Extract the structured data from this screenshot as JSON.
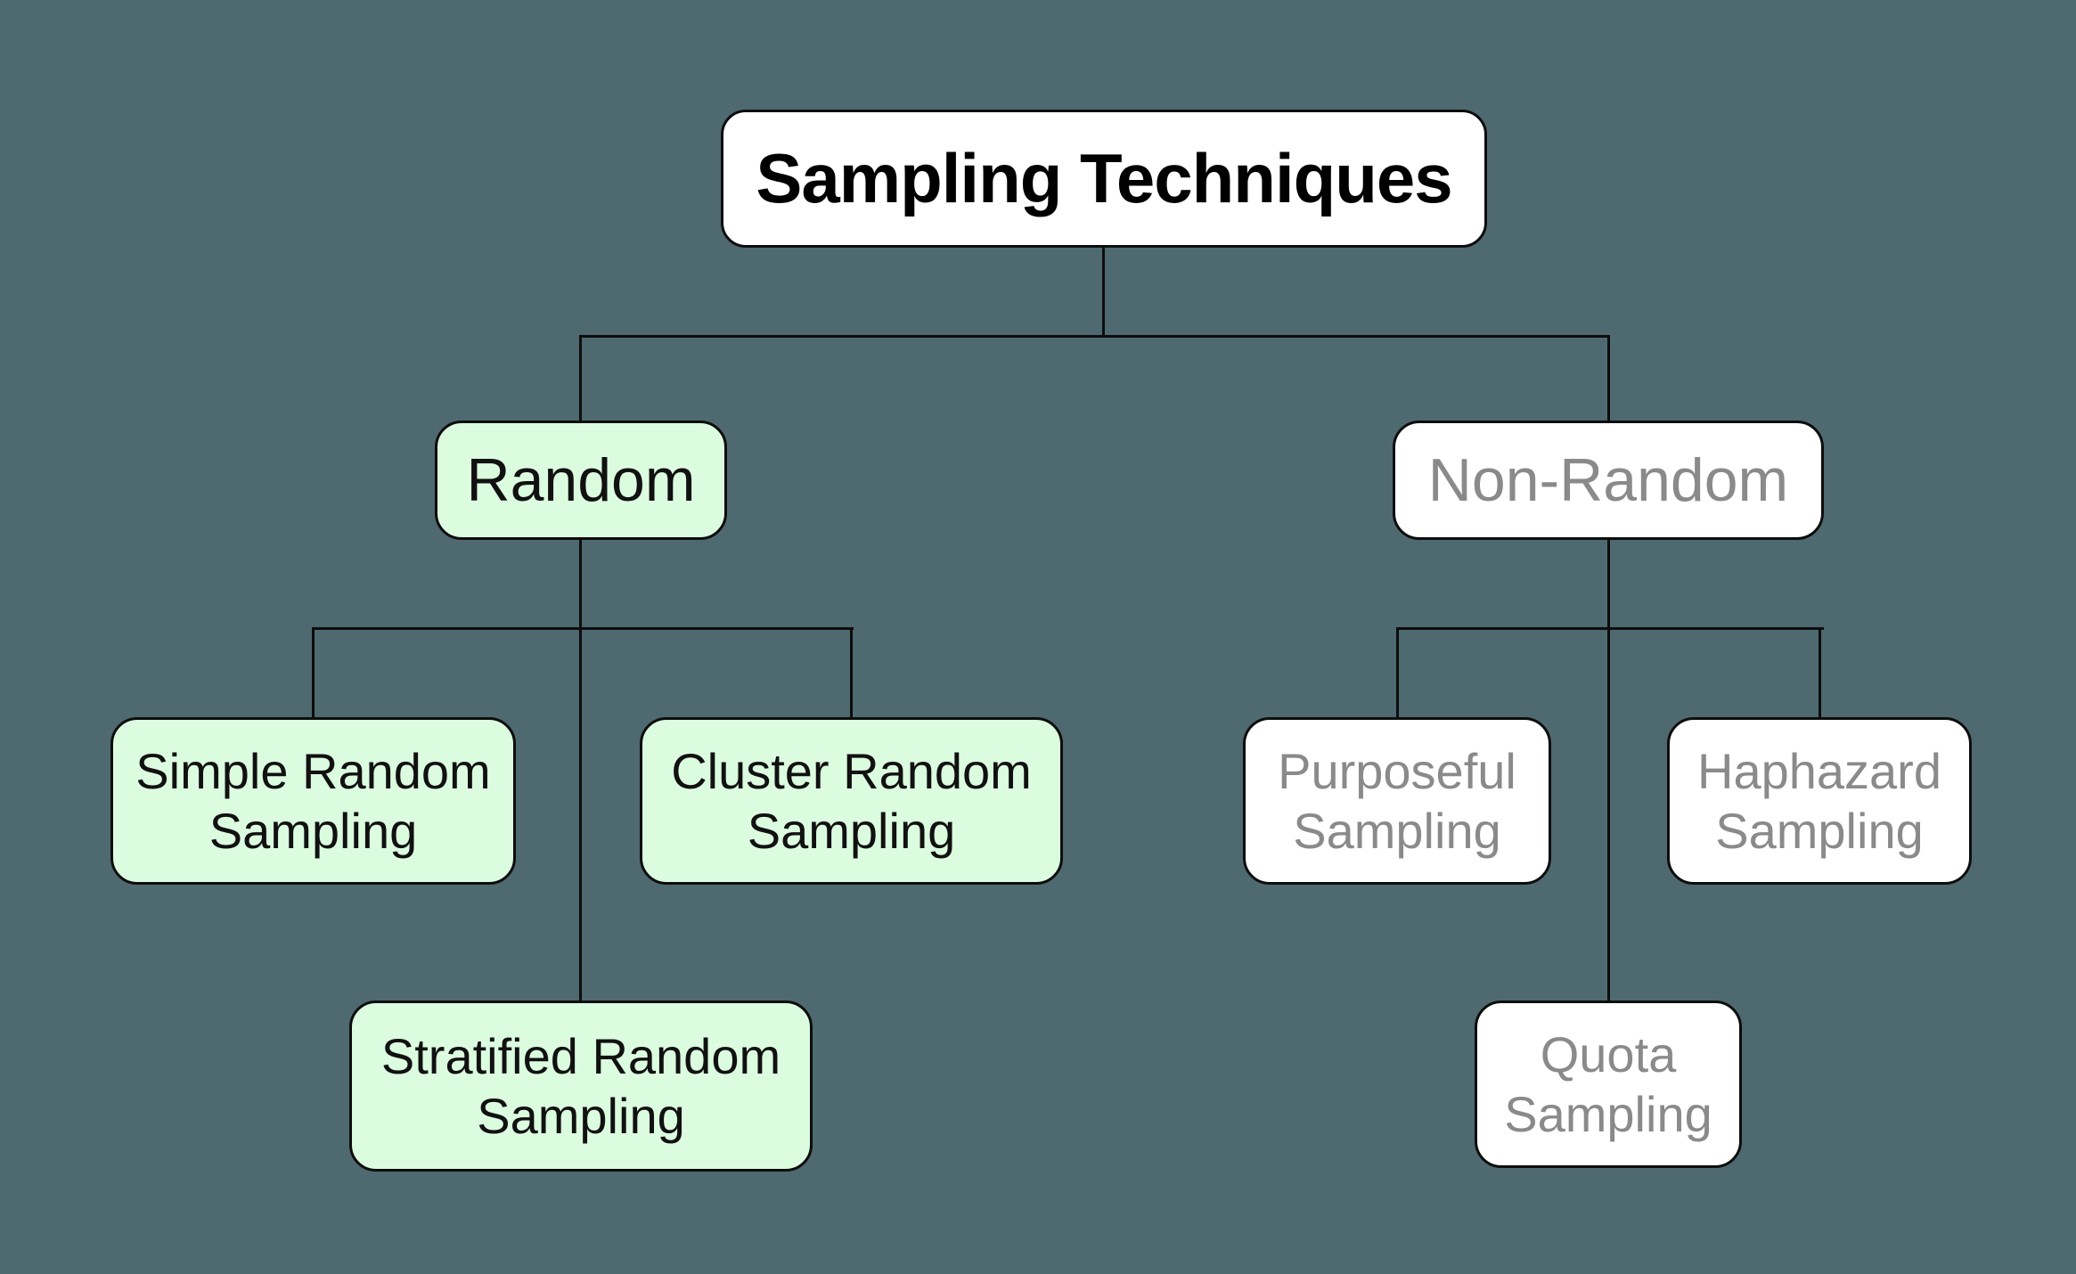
{
  "diagram": {
    "title": "Sampling Techniques",
    "type": "tree",
    "colors": {
      "background": "#4e696f",
      "connector_line": "#0d0d0d",
      "node_border": "#0d0d0d",
      "random_branch_fill": "#dcfce0",
      "random_branch_text": "#111111",
      "non_random_branch_fill": "#ffffff",
      "non_random_branch_text": "#8a8a8a",
      "root_fill": "#ffffff",
      "root_text": "#000000"
    },
    "nodes": {
      "root": {
        "label": "Sampling Techniques",
        "fill": "#ffffff",
        "text_color": "#000000"
      },
      "random": {
        "label": "Random",
        "fill": "#dcfce0",
        "text_color": "#111111"
      },
      "non_random": {
        "label": "Non-Random",
        "fill": "#ffffff",
        "text_color": "#8a8a8a"
      },
      "simple": {
        "label": "Simple Random Sampling",
        "fill": "#dcfce0",
        "text_color": "#111111"
      },
      "cluster": {
        "label": "Cluster Random Sampling",
        "fill": "#dcfce0",
        "text_color": "#111111"
      },
      "stratified": {
        "label": "Stratified Random Sampling",
        "fill": "#dcfce0",
        "text_color": "#111111"
      },
      "purposeful": {
        "label": "Purposeful Sampling",
        "fill": "#ffffff",
        "text_color": "#8a8a8a"
      },
      "haphazard": {
        "label": "Haphazard Sampling",
        "fill": "#ffffff",
        "text_color": "#8a8a8a"
      },
      "quota": {
        "label": "Quota Sampling",
        "fill": "#ffffff",
        "text_color": "#8a8a8a"
      }
    },
    "edges": [
      {
        "from": "root",
        "to": "random"
      },
      {
        "from": "root",
        "to": "non_random"
      },
      {
        "from": "random",
        "to": "simple"
      },
      {
        "from": "random",
        "to": "cluster"
      },
      {
        "from": "random",
        "to": "stratified"
      },
      {
        "from": "non_random",
        "to": "purposeful"
      },
      {
        "from": "non_random",
        "to": "haphazard"
      },
      {
        "from": "non_random",
        "to": "quota"
      }
    ]
  }
}
